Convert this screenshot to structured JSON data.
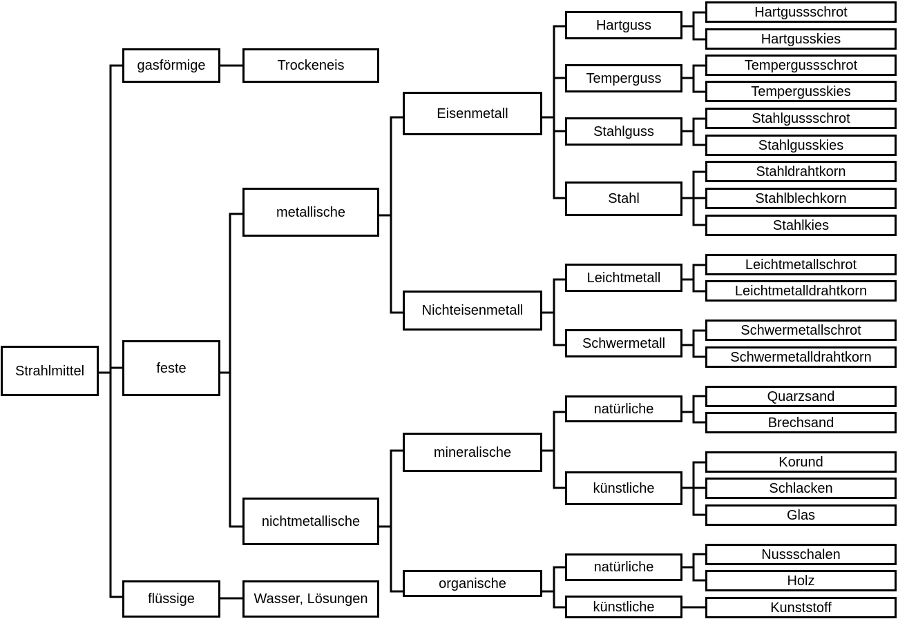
{
  "root": "Strahlmittel",
  "level1": {
    "gasfoermige": "gasförmige",
    "feste": "feste",
    "fluessige": "flüssige"
  },
  "gas_child": "Trockeneis",
  "liquid_child": "Wasser, Lösungen",
  "level2": {
    "metallische": "metallische",
    "nichtmetallische": "nichtmetallische"
  },
  "level3": {
    "eisenmetall": "Eisenmetall",
    "nichteisenmetall": "Nichteisenmetall",
    "mineralische": "mineralische",
    "organische": "organische"
  },
  "level4": {
    "hartguss": "Hartguss",
    "temperguss": "Temperguss",
    "stahlguss": "Stahlguss",
    "stahl": "Stahl",
    "leichtmetall": "Leichtmetall",
    "schwermetall": "Schwermetall",
    "min_natuerliche": "natürliche",
    "min_kuenstliche": "künstliche",
    "org_natuerliche": "natürliche",
    "org_kuenstliche": "künstliche"
  },
  "leaves": [
    "Hartgussschrot",
    "Hartgusskies",
    "Tempergussschrot",
    "Tempergusskies",
    "Stahlgussschrot",
    "Stahlgusskies",
    "Stahldrahtkorn",
    "Stahlblechkorn",
    "Stahlkies",
    "Leichtmetallschrot",
    "Leichtmetalldrahtkorn",
    "Schwermetallschrot",
    "Schwermetalldrahtkorn",
    "Quarzsand",
    "Brechsand",
    "Korund",
    "Schlacken",
    "Glas",
    "Nussschalen",
    "Holz",
    "Kunststoff"
  ]
}
